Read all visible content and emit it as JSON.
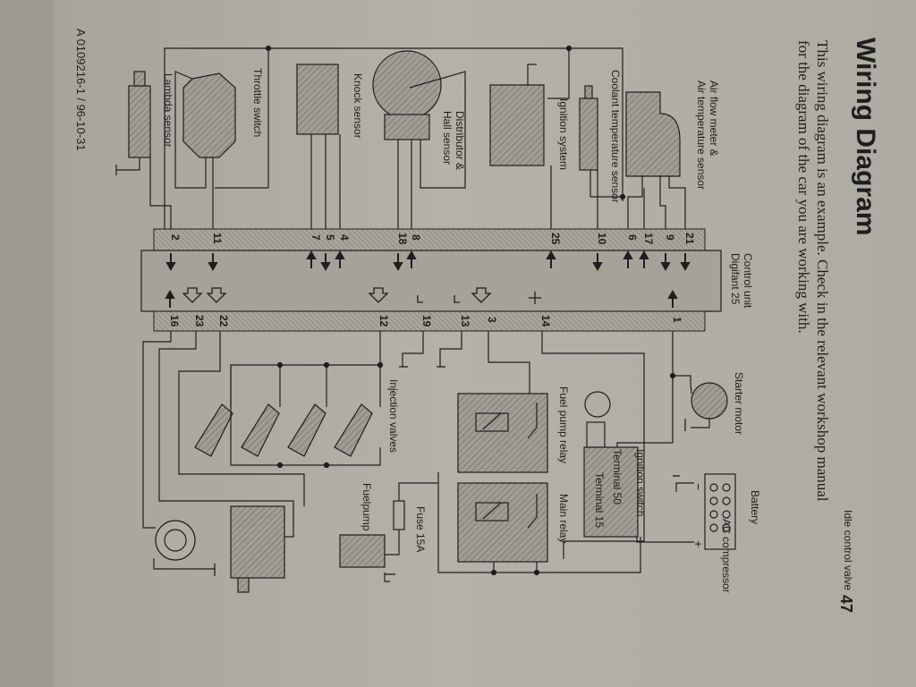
{
  "page": {
    "title": "Wiring Diagram",
    "intro_line1": "This wiring diagram is an example. Check in the relevant workshop manual",
    "intro_line2": "for the diagram of the car you are working with.",
    "page_number": "47",
    "doc_ref": "A 0109216-1 / 96-10-31"
  },
  "control_unit": {
    "label_line1": "Control unit",
    "label_line2": "Digifant 25"
  },
  "components_left": {
    "air_flow_line1": "Air flow meter &",
    "air_flow_line2": "Air temperature sensor",
    "coolant_temp": "Coolant temperature sensor",
    "ignition_system": "Ignition system",
    "distributor_line1": "Distributor &",
    "distributor_line2": "Hall sensor",
    "knock_sensor": "Knock sensor",
    "throttle_switch": "Throttle switch",
    "lambda_sensor": "Lambda sensor"
  },
  "components_right": {
    "starter_motor": "Starter motor",
    "battery": "Battery",
    "ignition_switch": "Ignition switch",
    "terminal_50": "Terminal 50",
    "terminal_15": "Terminal 15",
    "fuel_pump_relay": "Fuel pump relay",
    "main_relay": "Main relay",
    "injection_valves": "Injection valves",
    "fuse": "Fuse 15A",
    "fuelpump": "Fuelpump",
    "idle_control_valve": "Idle control valve",
    "ac_compressor": "AC compressor"
  },
  "pins_left": [
    "21",
    "9",
    "17",
    "6",
    "10",
    "25",
    "8",
    "18",
    "4",
    "5",
    "7",
    "11",
    "2"
  ],
  "pins_right": [
    "1",
    "14",
    "3",
    "13",
    "19",
    "12",
    "22",
    "23",
    "16"
  ],
  "battery_signs": {
    "minus": "−",
    "plus": "+"
  },
  "colors": {
    "paper": "#b4b1a8",
    "ink": "#1e1e1e",
    "hatch": "#8f8c84"
  }
}
